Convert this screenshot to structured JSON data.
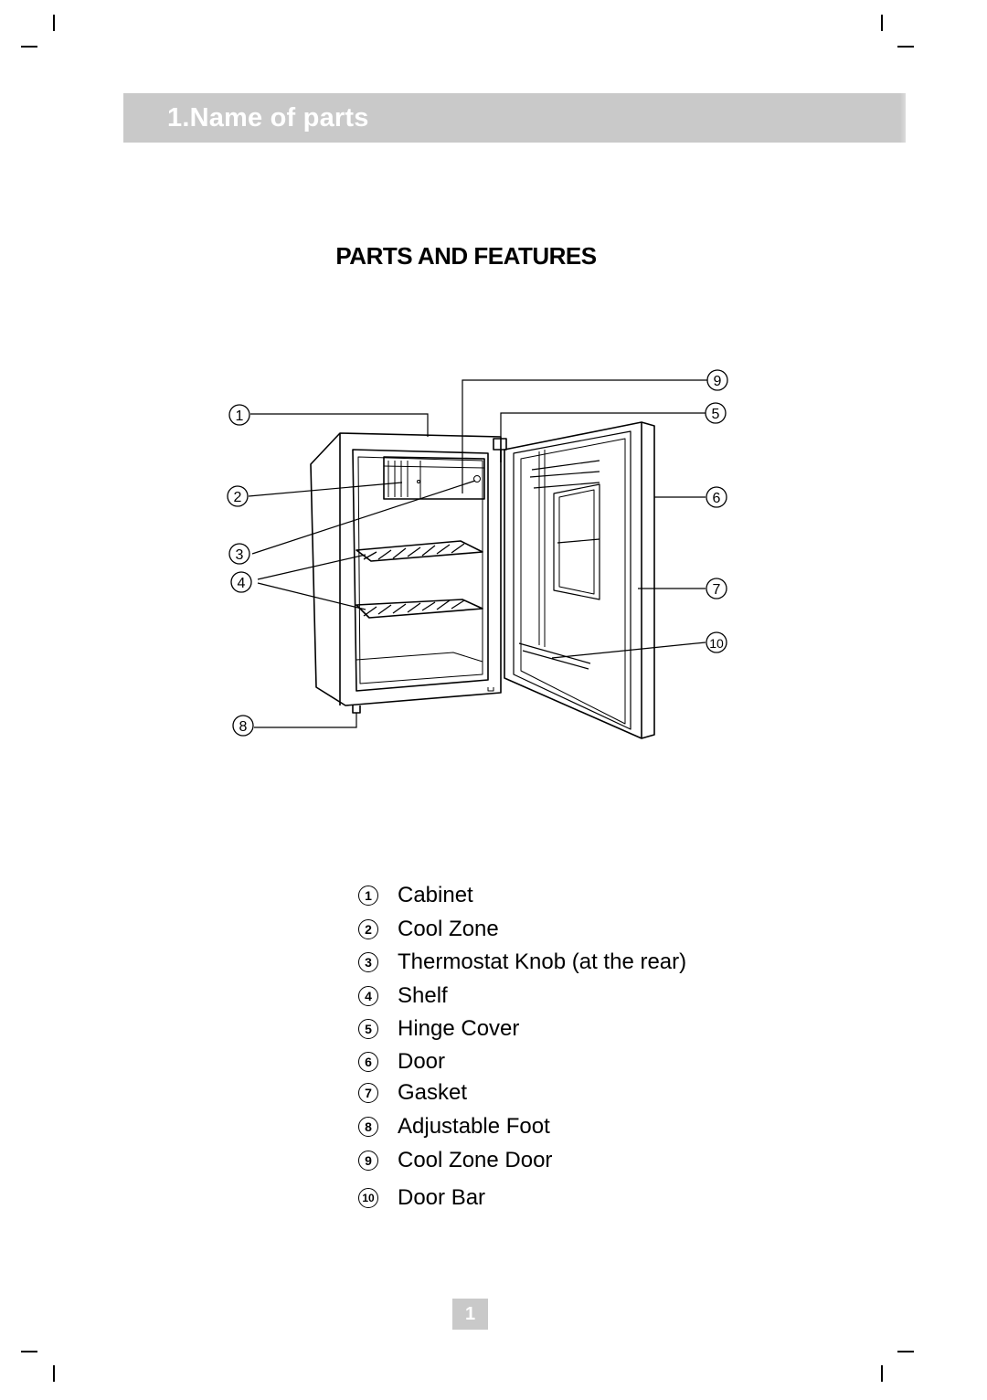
{
  "header": {
    "title": "1.Name of parts"
  },
  "section": {
    "title": "PARTS AND FEATURES"
  },
  "diagram": {
    "callouts": [
      "1",
      "2",
      "3",
      "4",
      "5",
      "6",
      "7",
      "8",
      "9",
      "10"
    ]
  },
  "legend": {
    "items": [
      {
        "num": "1",
        "label": "Cabinet"
      },
      {
        "num": "2",
        "label": "Cool Zone"
      },
      {
        "num": "3",
        "label": "Thermostat Knob (at the rear)"
      },
      {
        "num": "4",
        "label": "Shelf"
      },
      {
        "num": "5",
        "label": "Hinge Cover"
      },
      {
        "num": "6",
        "label": "Door"
      },
      {
        "num": "7",
        "label": "Gasket"
      },
      {
        "num": "8",
        "label": "Adjustable Foot"
      },
      {
        "num": "9",
        "label": "Cool Zone Door"
      },
      {
        "num": "10",
        "label": "Door Bar"
      }
    ]
  },
  "footer": {
    "page_number": "1"
  }
}
